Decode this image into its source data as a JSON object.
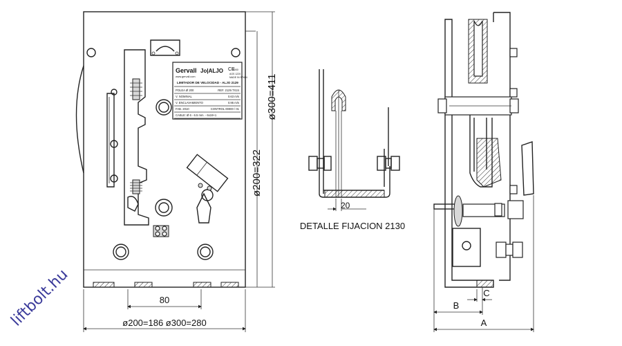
{
  "watermark": "liftbolt.hu",
  "front_view": {
    "dim_bottom_total": "ø200=186  ø300=280",
    "dim_bottom_inner": "80",
    "dim_side_inner": "ø200=322",
    "dim_side_outer": "ø300=411"
  },
  "nameplate": {
    "brand": "Gervall",
    "logo_text": "Jo|ALJO",
    "ce_mark": "CE",
    "cert_code": "0000",
    "cert_line": "AGS 1220",
    "origin": "MADE IN SPAIN",
    "title": "LIMITADOR DE VELOCIDAD - ALJO 2129",
    "website": "www.gervall.com",
    "rows": [
      {
        "label": "POLEA Ø 200",
        "value": "REF.  2129.TX24"
      },
      {
        "label": "V. NOMINAL",
        "value": "0.63  m/s"
      },
      {
        "label": "V. ENCLAVAMIENTO",
        "value": "0.95  m/s"
      },
      {
        "label": "FAB.  2010",
        "value": "CONTROL  00000 / 01"
      },
      {
        "label": "CABLE:  Ø 6 - 6.5 mm. - 6x19+1",
        "value": ""
      }
    ]
  },
  "detail_view": {
    "dim": "20",
    "caption": "DETALLE FIJACION 2130"
  },
  "side_view": {
    "label_a": "A",
    "label_b": "B",
    "label_c": "C"
  }
}
